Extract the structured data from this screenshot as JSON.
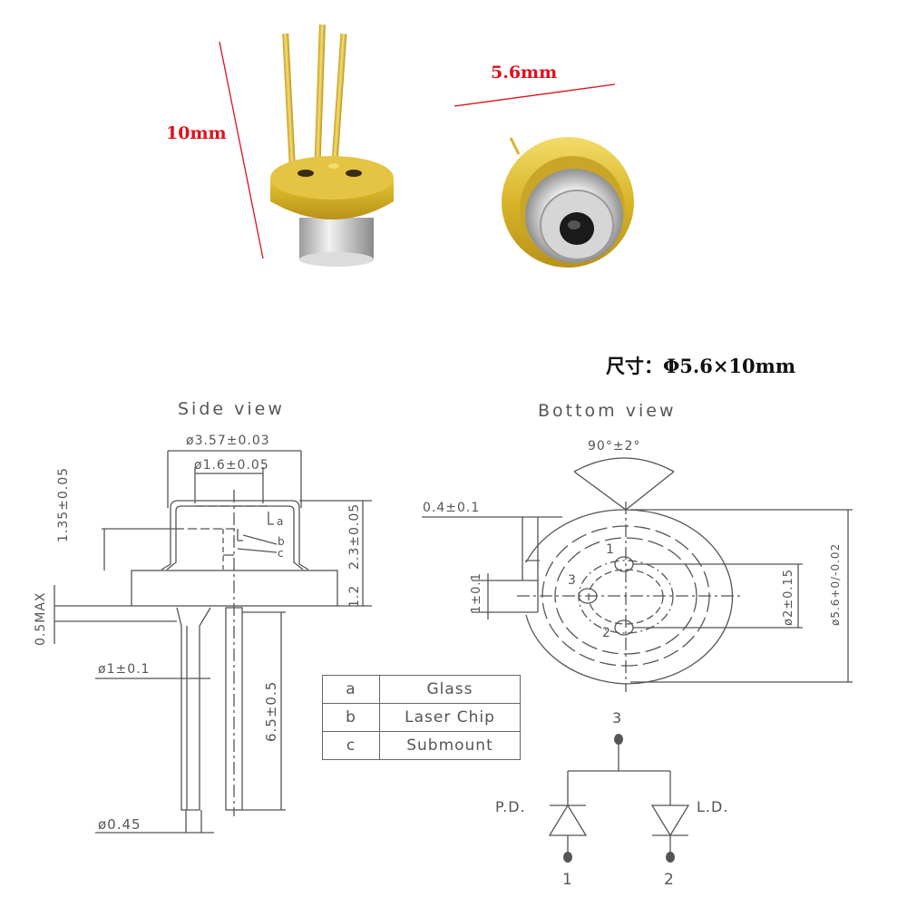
{
  "photos": {
    "left_photo": {
      "subject": "laser diode TO-can, pins up",
      "dimension_label": "10mm"
    },
    "right_photo": {
      "subject": "laser diode TO-can, window facing",
      "dimension_label": "5.6mm"
    },
    "accent_color": "#e0101c",
    "gold_color": "#d9b52a",
    "steel_color": "#c8c8c8"
  },
  "size_caption": "尺寸：Φ5.6×10mm",
  "side_view": {
    "title": "Side view",
    "dims": {
      "cap_diameter": "ø3.57±0.03",
      "window_diameter": "ø1.6±0.05",
      "chip_height": "1.35±0.05",
      "cap_height": "2.3±0.05",
      "flange_thickness": "1.2",
      "pin_offset": "0.5MAX",
      "pin_base_diameter": "ø1±0.1",
      "pin_length": "6.5±0.5",
      "pin_diameter": "ø0.45"
    },
    "callouts": [
      "a",
      "b",
      "c"
    ]
  },
  "legend": {
    "rows": [
      {
        "key": "a",
        "value": "Glass"
      },
      {
        "key": "b",
        "value": "Laser Chip"
      },
      {
        "key": "c",
        "value": "Submount"
      }
    ]
  },
  "bottom_view": {
    "title": "Bottom view",
    "dims": {
      "angle": "90°±2°",
      "notch_width": "0.4±0.1",
      "notch_height": "1±0.1",
      "pin_circle": "ø2±0.15",
      "outer_diameter": "ø5.6+0/-0.02"
    },
    "pin_labels": [
      "1",
      "2",
      "3"
    ]
  },
  "schematic": {
    "common_pin": "3",
    "pd_label": "P.D.",
    "ld_label": "L.D.",
    "pd_pin": "1",
    "ld_pin": "2"
  }
}
